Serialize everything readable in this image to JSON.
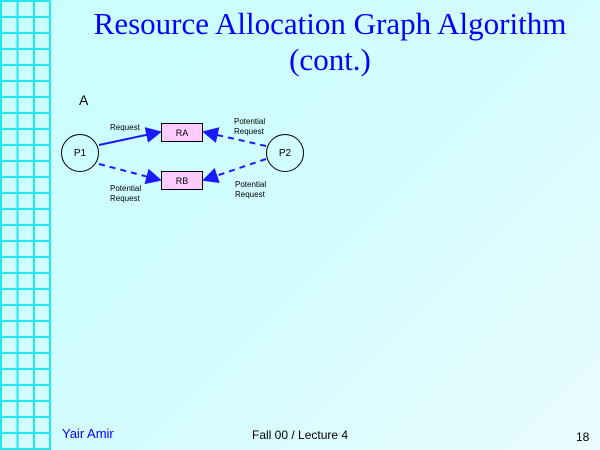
{
  "title_line1": "Resource Allocation Graph Algorithm",
  "title_line2": "(cont.)",
  "diagram": {
    "label": "A",
    "p1": "P1",
    "p2": "P2",
    "ra": "RA",
    "rb": "RB",
    "edge_p1_ra": "Request",
    "edge_p1_rb_1": "Potential",
    "edge_p1_rb_2": "Request",
    "edge_p2_ra_1": "Potential",
    "edge_p2_ra_2": "Request",
    "edge_p2_rb_1": "Potential",
    "edge_p2_rb_2": "Request"
  },
  "footer": {
    "author": "Yair Amir",
    "course": "Fall 00 / Lecture 4",
    "page": "18"
  },
  "colors": {
    "title": "#0000ff",
    "edge": "#1a1aff",
    "resource": "#ffccff"
  }
}
